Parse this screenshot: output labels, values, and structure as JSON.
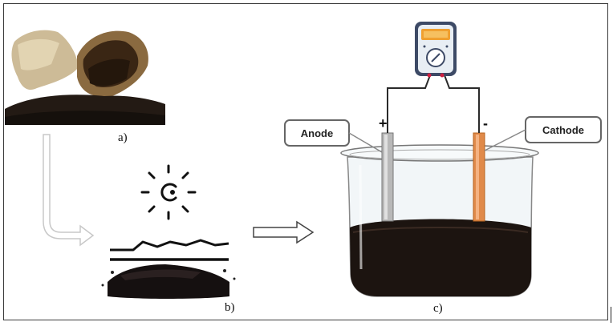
{
  "panels": {
    "a": "a)",
    "b": "b)",
    "c": "c)"
  },
  "electrodes": {
    "anode": "Anode",
    "cathode": "Cathode",
    "plus": "+",
    "minus": "-"
  },
  "colors": {
    "coffee": "#1e1410",
    "anode_rod": "#b8b8b8",
    "cathode_rod": "#e08a4a",
    "wire": "#2a2a2a",
    "meter_body": "#3d4a66",
    "meter_screen": "#f0a030"
  },
  "icons": [
    "coffee-filter-icon",
    "sun-icon",
    "drying-layers-icon",
    "beaker-icon",
    "multimeter-icon"
  ]
}
